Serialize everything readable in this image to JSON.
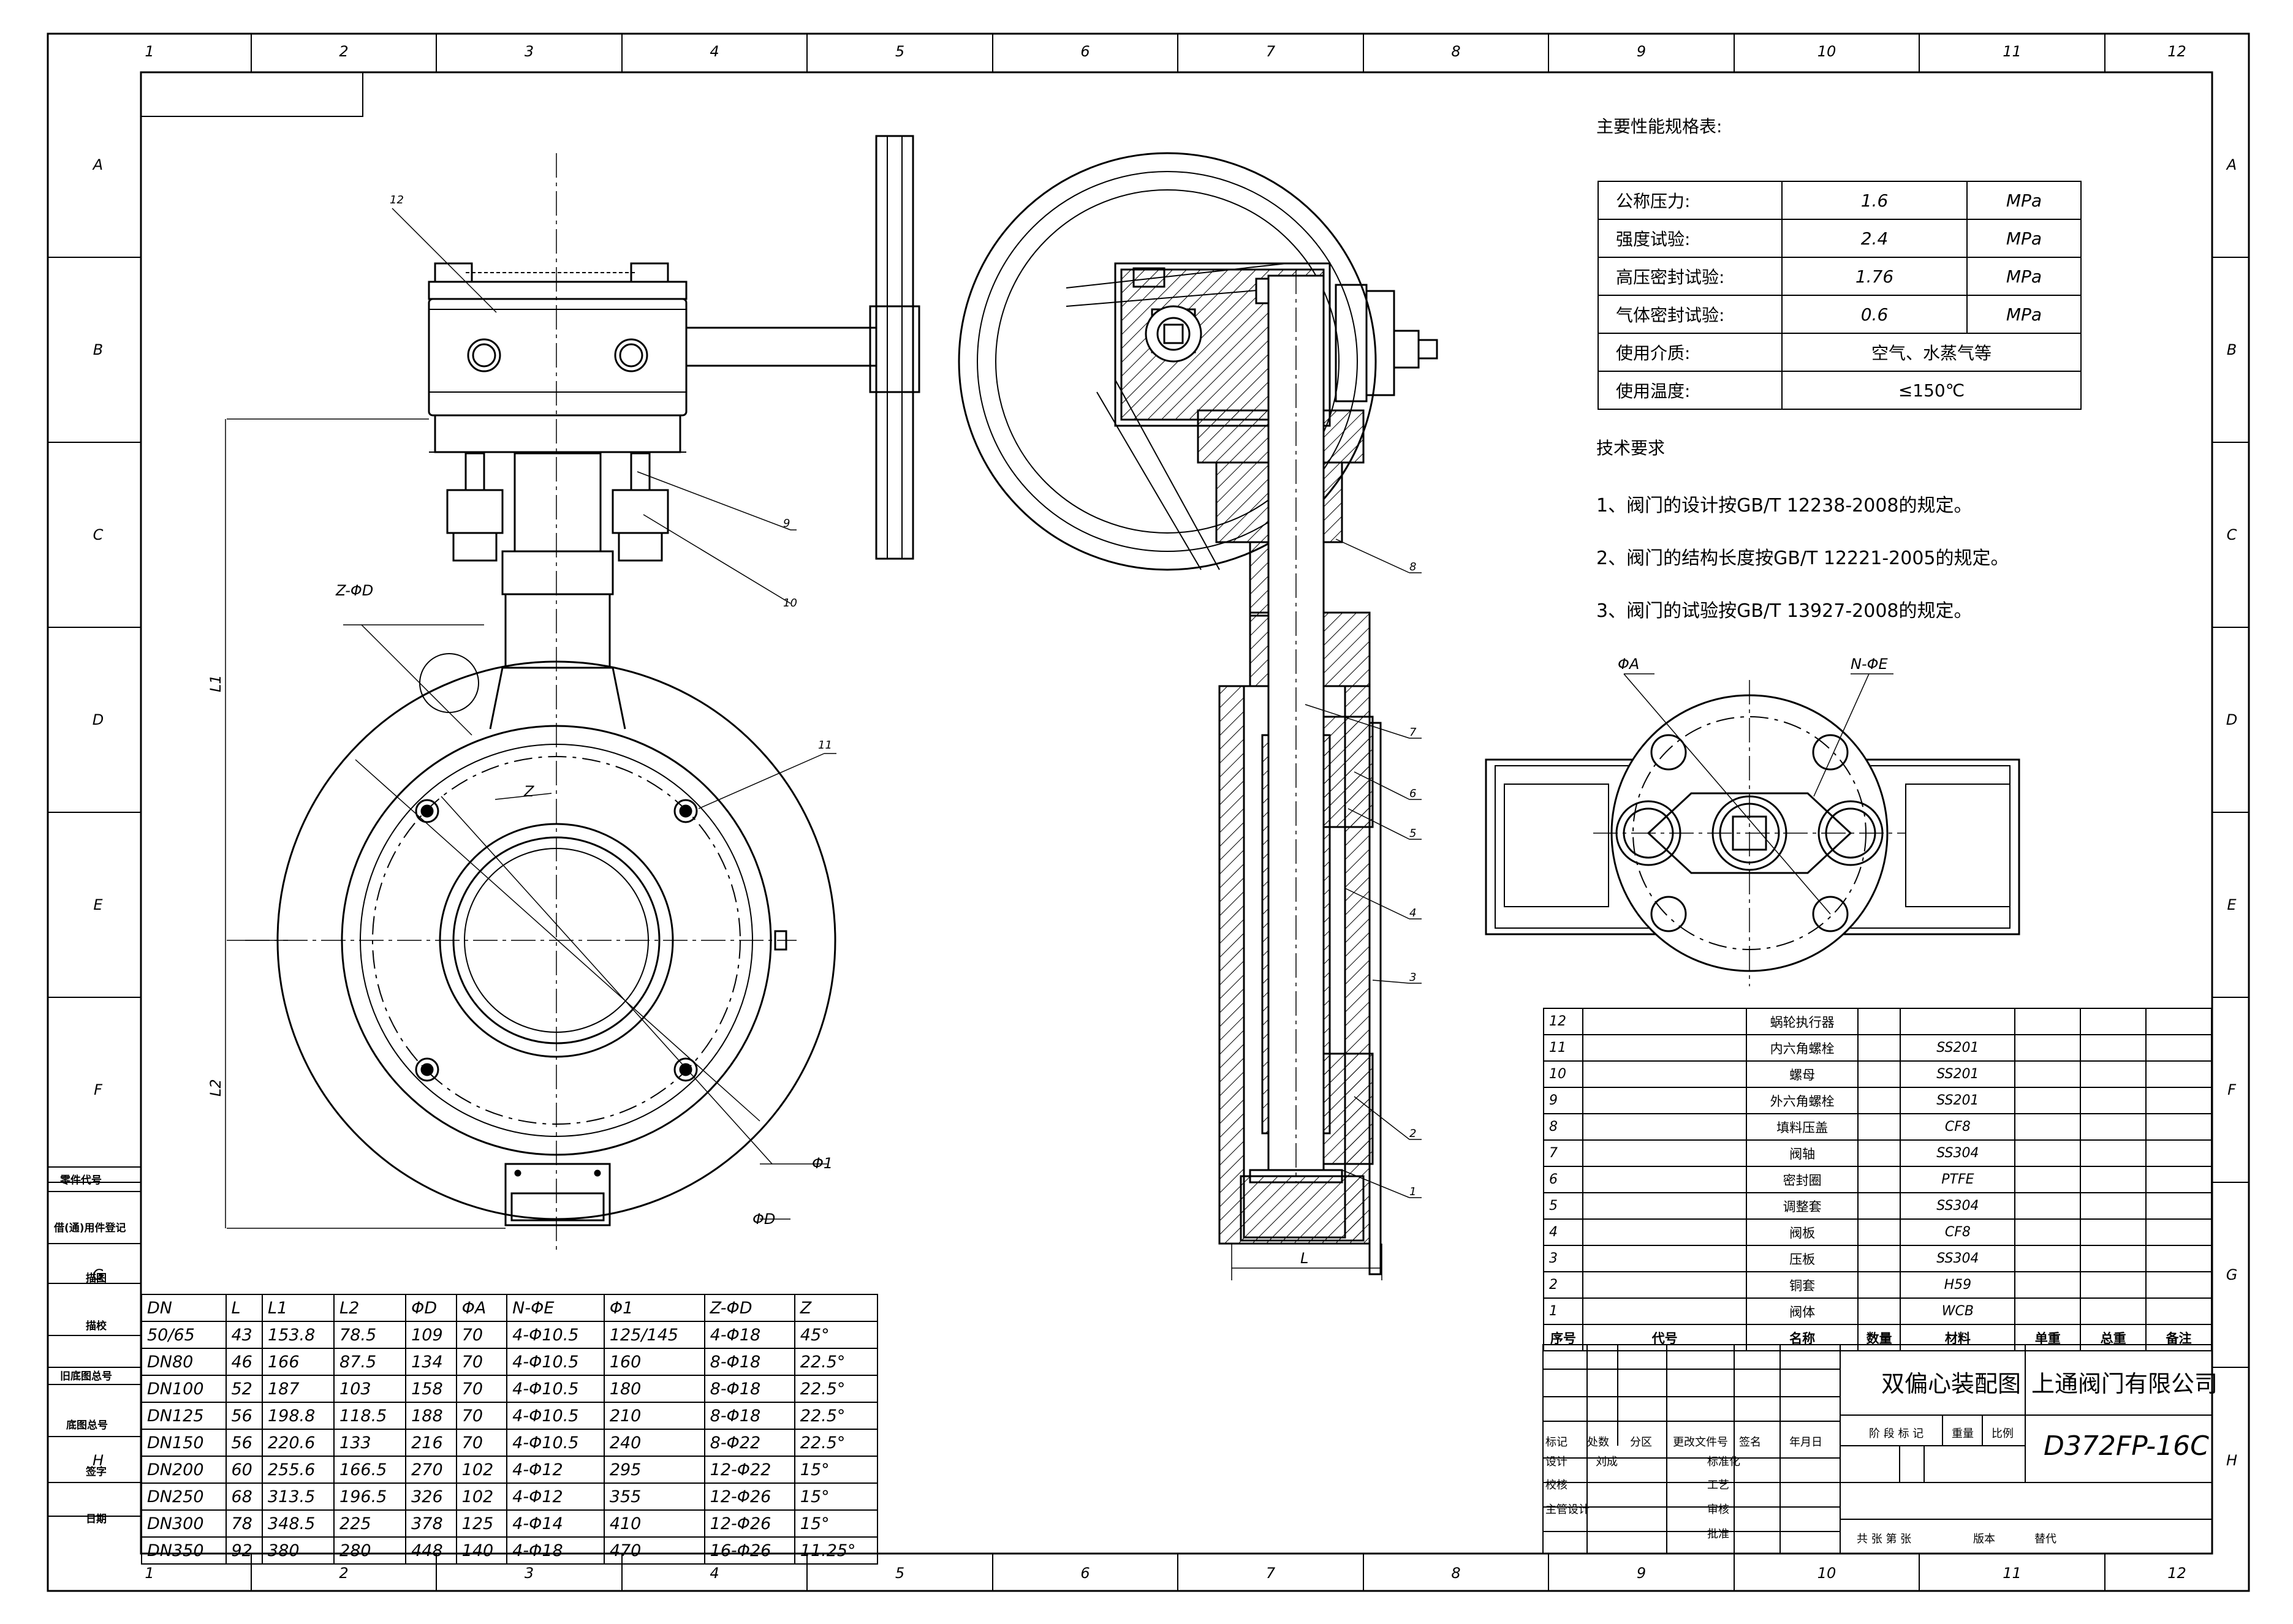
{
  "grid": {
    "cols": [
      "1",
      "2",
      "3",
      "4",
      "5",
      "6",
      "7",
      "8",
      "9",
      "10",
      "11",
      "12"
    ],
    "rows": [
      "A",
      "B",
      "C",
      "D",
      "E",
      "F",
      "G",
      "H"
    ]
  },
  "side_labels": [
    "零件代号",
    "借(通)用件登记",
    "描图",
    "描校",
    "旧底图总号",
    "底图总号",
    "签字",
    "日期"
  ],
  "balloons": [
    "1",
    "2",
    "3",
    "4",
    "5",
    "6",
    "7",
    "8",
    "9",
    "10",
    "11",
    "12"
  ],
  "dim_labels": {
    "l1": "L1",
    "l2": "L2",
    "l": "L",
    "zphid": "Z-ΦD",
    "z": "Z",
    "phi1": "Φ1",
    "phid": "ΦD",
    "phia": "ΦA",
    "nphie": "N-ΦE"
  },
  "perf": {
    "title": "主要性能规格表:",
    "rows": [
      {
        "name": "公称压力:",
        "value": "1.6",
        "unit": "MPa"
      },
      {
        "name": "强度试验:",
        "value": "2.4",
        "unit": "MPa"
      },
      {
        "name": "高压密封试验:",
        "value": "1.76",
        "unit": "MPa"
      },
      {
        "name": "气体密封试验:",
        "value": "0.6",
        "unit": "MPa"
      },
      {
        "name": "使用介质:",
        "value": "空气、水蒸气等",
        "unit": ""
      },
      {
        "name": "使用温度:",
        "value": "≤150℃",
        "unit": ""
      }
    ]
  },
  "tech": {
    "title": "技术要求",
    "items": [
      "1、阀门的设计按GB/T 12238-2008的规定。",
      "2、阀门的结构长度按GB/T 12221-2005的规定。",
      "3、阀门的试验按GB/T 13927-2008的规定。"
    ]
  },
  "dims": {
    "headers": [
      "DN",
      "L",
      "L1",
      "L2",
      "ΦD",
      "ΦA",
      "N-ΦE",
      "Φ1",
      "Z-ΦD",
      "Z"
    ],
    "rows": [
      [
        "50/65",
        "43",
        "153.8",
        "78.5",
        "109",
        "70",
        "4-Φ10.5",
        "125/145",
        "4-Φ18",
        "45°"
      ],
      [
        "DN80",
        "46",
        "166",
        "87.5",
        "134",
        "70",
        "4-Φ10.5",
        "160",
        "8-Φ18",
        "22.5°"
      ],
      [
        "DN100",
        "52",
        "187",
        "103",
        "158",
        "70",
        "4-Φ10.5",
        "180",
        "8-Φ18",
        "22.5°"
      ],
      [
        "DN125",
        "56",
        "198.8",
        "118.5",
        "188",
        "70",
        "4-Φ10.5",
        "210",
        "8-Φ18",
        "22.5°"
      ],
      [
        "DN150",
        "56",
        "220.6",
        "133",
        "216",
        "70",
        "4-Φ10.5",
        "240",
        "8-Φ22",
        "22.5°"
      ],
      [
        "DN200",
        "60",
        "255.6",
        "166.5",
        "270",
        "102",
        "4-Φ12",
        "295",
        "12-Φ22",
        "15°"
      ],
      [
        "DN250",
        "68",
        "313.5",
        "196.5",
        "326",
        "102",
        "4-Φ12",
        "355",
        "12-Φ26",
        "15°"
      ],
      [
        "DN300",
        "78",
        "348.5",
        "225",
        "378",
        "125",
        "4-Φ14",
        "410",
        "12-Φ26",
        "15°"
      ],
      [
        "DN350",
        "92",
        "380",
        "280",
        "448",
        "140",
        "4-Φ18",
        "470",
        "16-Φ26",
        "11.25°"
      ]
    ]
  },
  "bom": {
    "headers": [
      "序号",
      "代号",
      "名称",
      "数量",
      "材料",
      "单重",
      "总重",
      "备注"
    ],
    "rows": [
      [
        "12",
        "",
        "蜗轮执行器",
        "",
        ""
      ],
      [
        "11",
        "",
        "内六角螺栓",
        "",
        "SS201"
      ],
      [
        "10",
        "",
        "螺母",
        "",
        "SS201"
      ],
      [
        "9",
        "",
        "外六角螺栓",
        "",
        "SS201"
      ],
      [
        "8",
        "",
        "填料压盖",
        "",
        "CF8"
      ],
      [
        "7",
        "",
        "阀轴",
        "",
        "SS304"
      ],
      [
        "6",
        "",
        "密封圈",
        "",
        "PTFE"
      ],
      [
        "5",
        "",
        "调整套",
        "",
        "SS304"
      ],
      [
        "4",
        "",
        "阀板",
        "",
        "CF8"
      ],
      [
        "3",
        "",
        "压板",
        "",
        "SS304"
      ],
      [
        "2",
        "",
        "铜套",
        "",
        "H59"
      ],
      [
        "1",
        "",
        "阀体",
        "",
        "WCB"
      ]
    ]
  },
  "titleblock": {
    "drawing_name": "双偏心装配图",
    "company": "上通阀门有限公司",
    "drawing_no": "D372FP-16C",
    "rev_headers": [
      "标记",
      "处数",
      "分区",
      "更改文件号",
      "签名",
      "年月日"
    ],
    "sign_rows": [
      {
        "role": "设计",
        "name": "刘成",
        "right": "标准化"
      },
      {
        "role": "校核",
        "name": "",
        "right": "工艺"
      },
      {
        "role": "主管设计",
        "name": "",
        "right": "审核"
      },
      {
        "role": "",
        "name": "",
        "right": "批准"
      }
    ],
    "stage_label": "阶 段 标 记",
    "weight_label": "重量",
    "scale_label": "比例",
    "sheet_label": "共 张  第 张",
    "version_label": "版本",
    "replace_label": "替代"
  }
}
